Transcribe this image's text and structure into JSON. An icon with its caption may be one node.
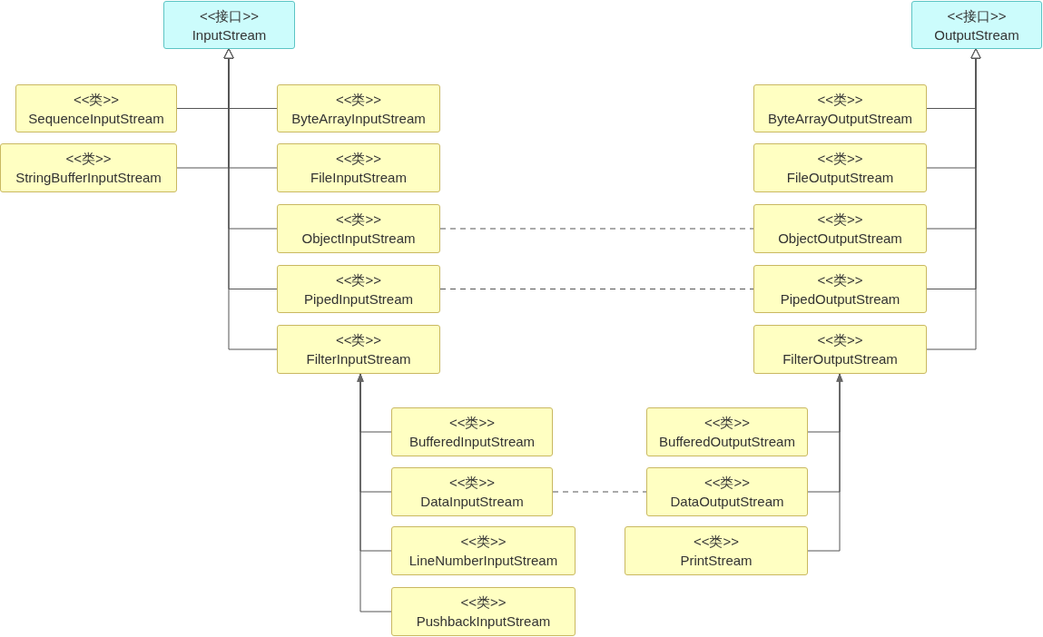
{
  "diagram": {
    "nodes": [
      {
        "text": [
          "<<接口>>",
          "InputStream"
        ]
      },
      {
        "text": [
          "<<接口>>",
          "OutputStream"
        ]
      },
      {
        "text": [
          "<<类>>",
          "SequenceInputStream"
        ]
      },
      {
        "text": [
          "<<类>>",
          "ByteArrayInputStream"
        ]
      },
      {
        "text": [
          "<<类>>",
          "ByteArrayOutputStream"
        ]
      },
      {
        "text": [
          "<<类>>",
          "StringBufferInputStream"
        ]
      },
      {
        "text": [
          "<<类>>",
          "FileInputStream"
        ]
      },
      {
        "text": [
          "<<类>>",
          "FileOutputStream"
        ]
      },
      {
        "text": [
          "<<类>>",
          "ObjectInputStream"
        ]
      },
      {
        "text": [
          "<<类>>",
          "ObjectOutputStream"
        ]
      },
      {
        "text": [
          "<<类>>",
          "PipedInputStream"
        ]
      },
      {
        "text": [
          "<<类>>",
          "PipedOutputStream"
        ]
      },
      {
        "text": [
          "<<类>>",
          "FilterInputStream"
        ]
      },
      {
        "text": [
          "<<类>>",
          "FilterOutputStream"
        ]
      },
      {
        "text": [
          "<<类>>",
          "BufferedInputStream"
        ]
      },
      {
        "text": [
          "<<类>>",
          "BufferedOutputStream"
        ]
      },
      {
        "text": [
          "<<类>>",
          "DataInputStream"
        ]
      },
      {
        "text": [
          "<<类>>",
          "DataOutputStream"
        ]
      },
      {
        "text": [
          "<<类>>",
          "LineNumberInputStream"
        ]
      },
      {
        "text": [
          "<<类>>",
          "PrintStream"
        ]
      },
      {
        "text": [
          "<<类>>",
          "PushbackInputStream"
        ]
      }
    ],
    "edges": [
      {
        "from": 2,
        "to": 0,
        "arrow": "to"
      },
      {
        "from": 3,
        "to": 0,
        "arrow": "to"
      },
      {
        "from": 5,
        "to": 0,
        "arrow": "to"
      },
      {
        "from": 6,
        "to": 0,
        "arrow": "to"
      },
      {
        "from": 8,
        "to": 0,
        "arrow": "to"
      },
      {
        "from": 10,
        "to": 0,
        "arrow": "to"
      },
      {
        "from": 12,
        "to": 0,
        "arrow": "to"
      },
      {
        "from": 4,
        "to": 1,
        "arrow": "to"
      },
      {
        "from": 7,
        "to": 1,
        "arrow": "to"
      },
      {
        "from": 9,
        "to": 1,
        "arrow": "to"
      },
      {
        "from": 11,
        "to": 1,
        "arrow": "to"
      },
      {
        "from": 13,
        "to": 1,
        "arrow": "to"
      },
      {
        "from": 14,
        "to": 12,
        "arrow": "to"
      },
      {
        "from": 16,
        "to": 12,
        "arrow": "to"
      },
      {
        "from": 18,
        "to": 12,
        "arrow": "to"
      },
      {
        "from": 20,
        "to": 12,
        "arrow": "to"
      },
      {
        "from": 15,
        "to": 13,
        "arrow": "to"
      },
      {
        "from": 17,
        "to": 13,
        "arrow": "to"
      },
      {
        "from": 19,
        "to": 13,
        "arrow": "to"
      },
      {
        "from": 8,
        "to": 9,
        "arrow": "none",
        "style": "dashed"
      },
      {
        "from": 10,
        "to": 11,
        "arrow": "none",
        "style": "dashed"
      },
      {
        "from": 16,
        "to": 17,
        "arrow": "none",
        "style": "dashed"
      }
    ]
  }
}
